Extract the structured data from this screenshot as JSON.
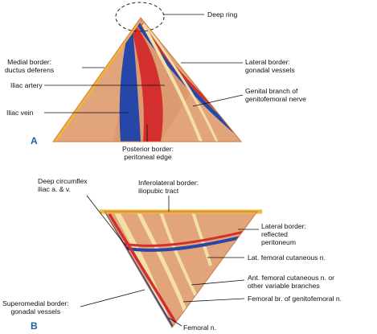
{
  "diagram": {
    "panel_a": {
      "letter": "A",
      "labels": {
        "deep_ring": "Deep ring",
        "medial_border": "Medial border:\nductus deferens",
        "lateral_border": "Lateral border:\ngonadal vessels",
        "iliac_artery": "Iliac artery",
        "genital_branch": "Genital branch of\ngenitofemoral nerve",
        "iliac_vein": "Iliac vein",
        "posterior_border": "Posterior border:\nperitoneal edge"
      }
    },
    "panel_b": {
      "letter": "B",
      "labels": {
        "deep_circumflex": "Deep circumflex\niliac a. & v.",
        "inferolateral_border": "Inferolateral border:\niliopubic tract",
        "lateral_border": "Lateral border:\nreflected\nperitoneum",
        "lat_femoral_cutaneous": "Lat. femoral cutaneous n.",
        "ant_femoral_cutaneous": "Ant. femoral cutaneous n. or\nother variable branches",
        "supermedial_border": "Superomedial border:\ngonadal vessels",
        "femoral_br": "Femoral br. of genitofemoral n.",
        "femoral_n": "Femoral n."
      }
    },
    "colors": {
      "artery": "#d32f2f",
      "vein": "#2747a8",
      "nerve": "#f3dfa8",
      "tissue": "#e2a47a",
      "border": "#f0b43c",
      "panel_letter": "#1c5fa6"
    }
  }
}
